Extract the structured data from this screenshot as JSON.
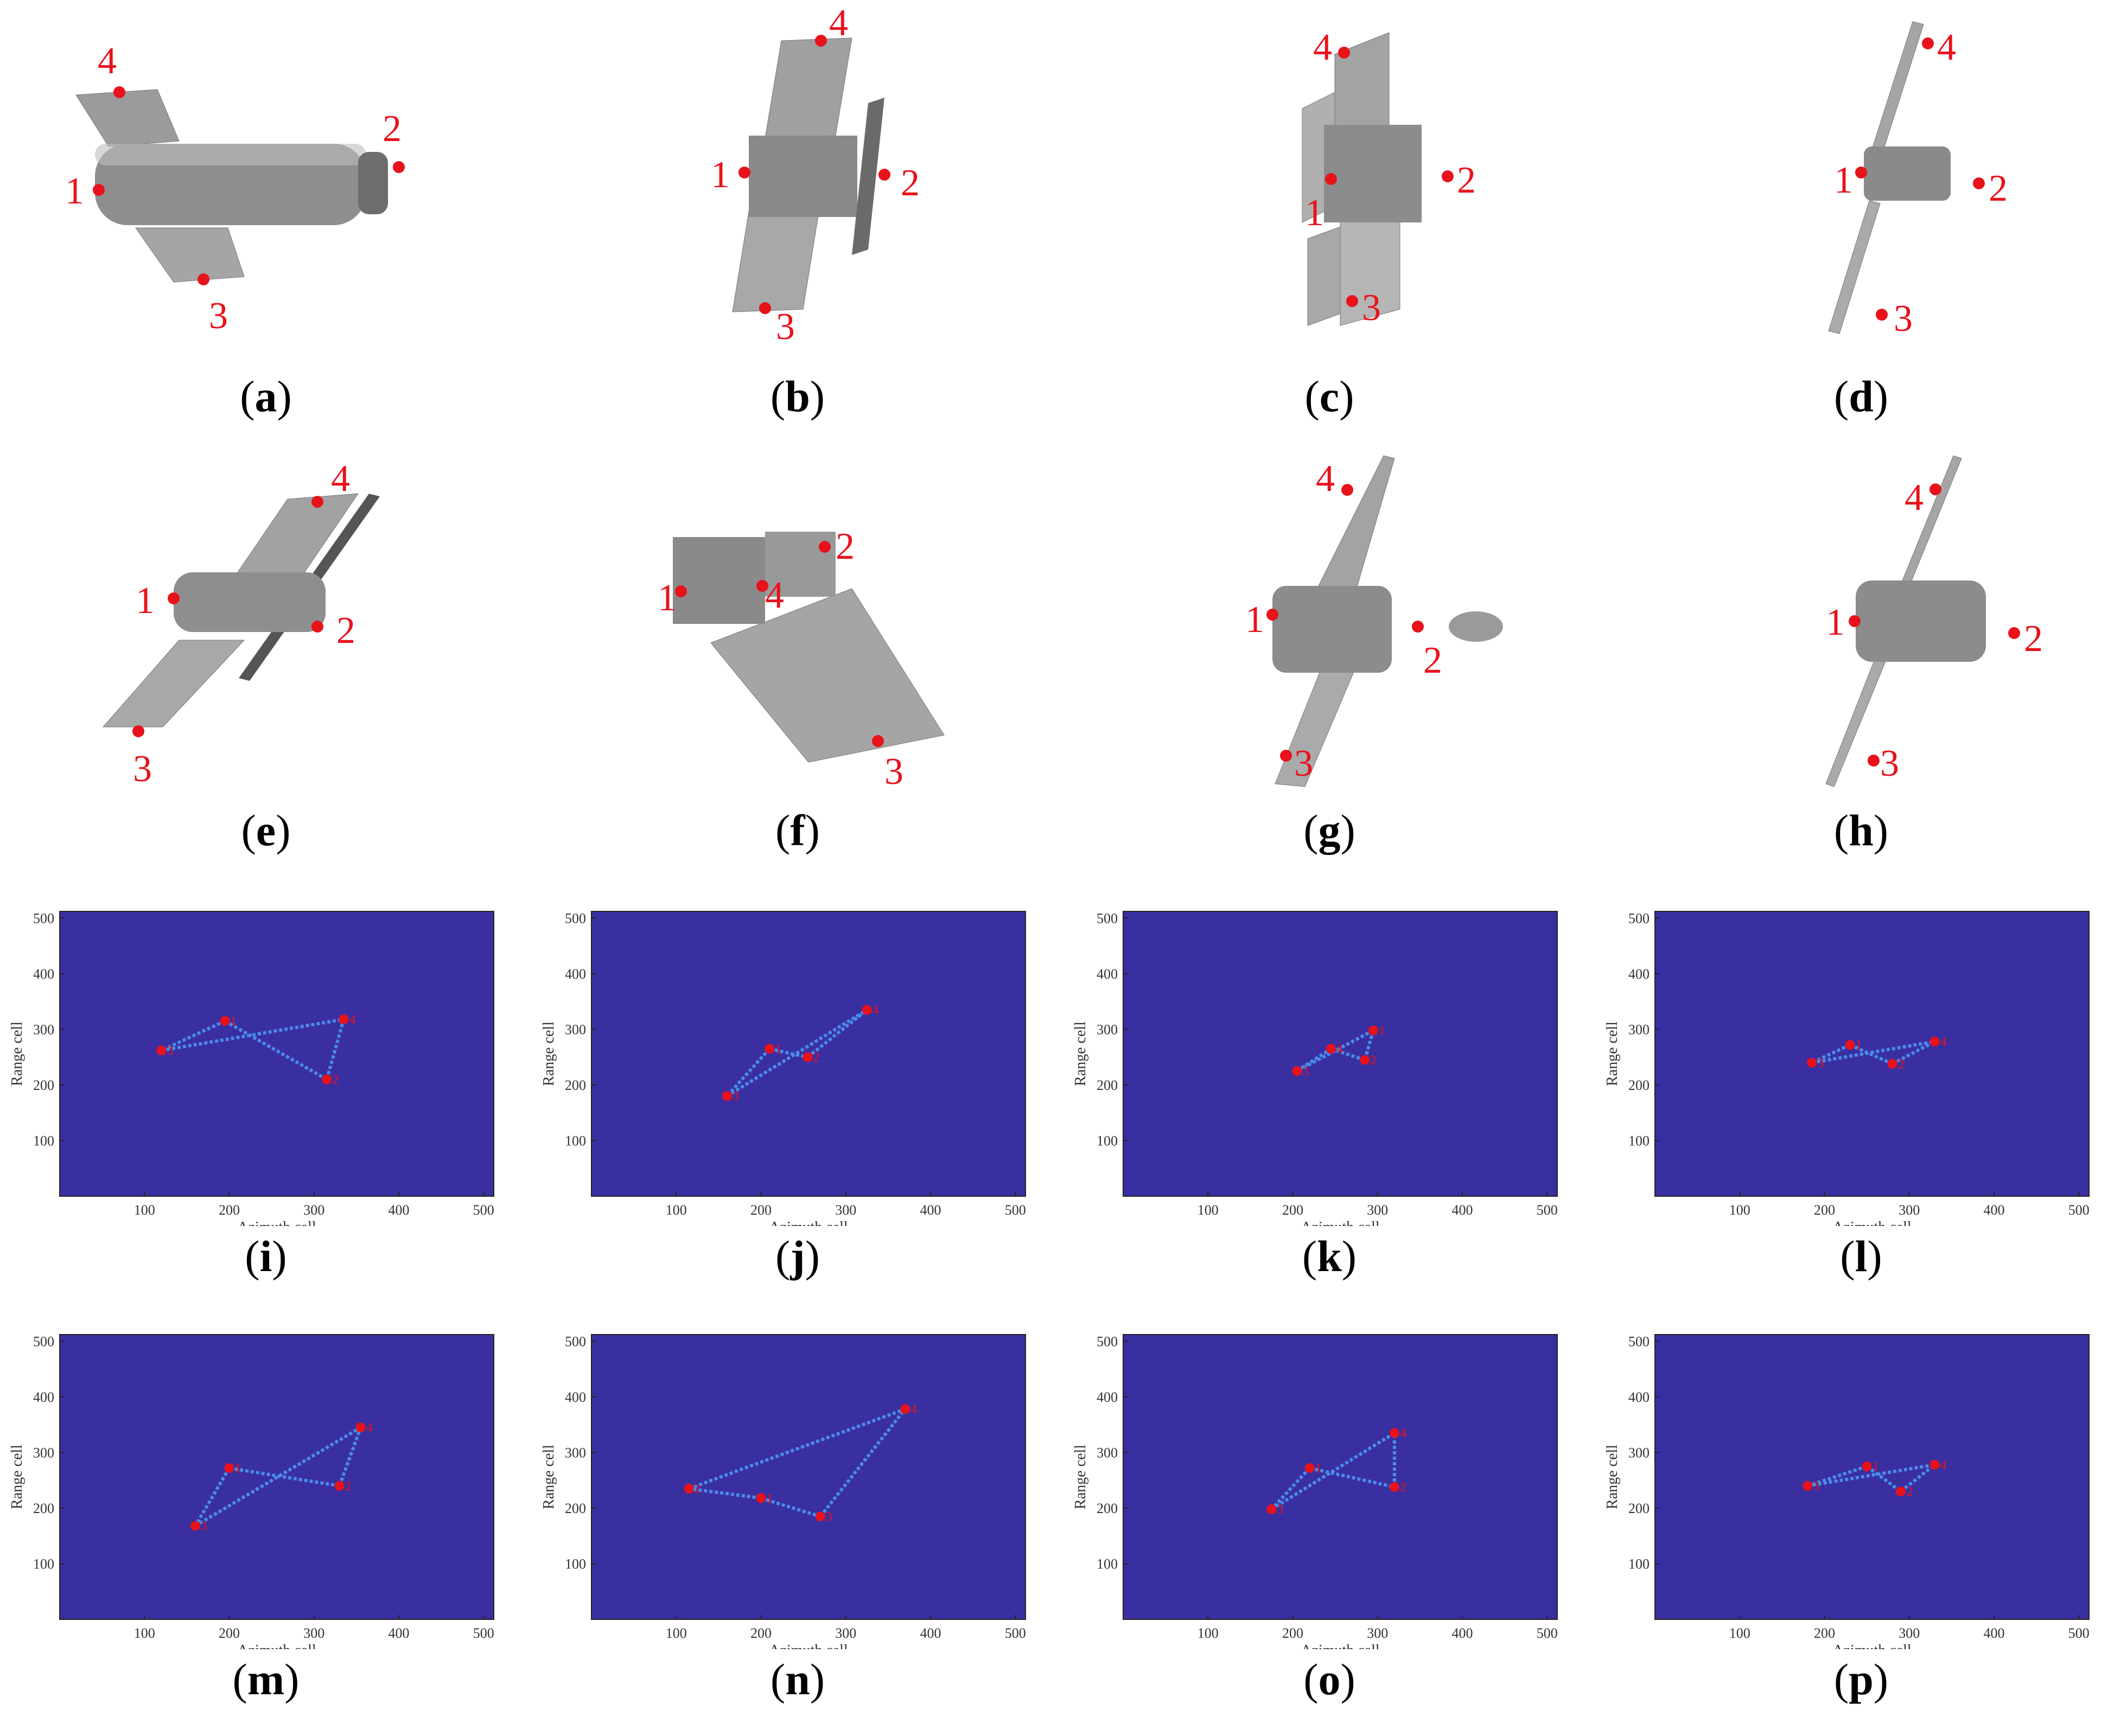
{
  "panels": [
    {
      "id": "a",
      "caption": "a",
      "labels": [
        "1",
        "2",
        "3",
        "4"
      ]
    },
    {
      "id": "b",
      "caption": "b",
      "labels": [
        "1",
        "2",
        "3",
        "4"
      ]
    },
    {
      "id": "c",
      "caption": "c",
      "labels": [
        "1",
        "2",
        "3",
        "4"
      ]
    },
    {
      "id": "d",
      "caption": "d",
      "labels": [
        "1",
        "2",
        "3",
        "4"
      ]
    },
    {
      "id": "e",
      "caption": "e",
      "labels": [
        "1",
        "2",
        "3",
        "4"
      ]
    },
    {
      "id": "f",
      "caption": "f",
      "labels": [
        "1",
        "2",
        "3",
        "4"
      ]
    },
    {
      "id": "g",
      "caption": "g",
      "labels": [
        "1",
        "2",
        "3",
        "4"
      ]
    },
    {
      "id": "h",
      "caption": "h",
      "labels": [
        "1",
        "2",
        "3",
        "4"
      ]
    }
  ],
  "images": [
    {
      "id": "i",
      "caption": "i",
      "markers": [
        {
          "label": "1",
          "az": 195,
          "rg": 315
        },
        {
          "label": "2",
          "az": 315,
          "rg": 210
        },
        {
          "label": "3",
          "az": 120,
          "rg": 262
        },
        {
          "label": "4",
          "az": 335,
          "rg": 318
        }
      ]
    },
    {
      "id": "j",
      "caption": "j",
      "markers": [
        {
          "label": "1",
          "az": 210,
          "rg": 265
        },
        {
          "label": "2",
          "az": 255,
          "rg": 250
        },
        {
          "label": "3",
          "az": 160,
          "rg": 180
        },
        {
          "label": "4",
          "az": 325,
          "rg": 335
        }
      ]
    },
    {
      "id": "k",
      "caption": "k",
      "markers": [
        {
          "label": "1",
          "az": 295,
          "rg": 298
        },
        {
          "label": "2",
          "az": 285,
          "rg": 245
        },
        {
          "label": "3",
          "az": 205,
          "rg": 225
        },
        {
          "label": "4",
          "az": 245,
          "rg": 265
        }
      ]
    },
    {
      "id": "l",
      "caption": "l",
      "markers": [
        {
          "label": "1",
          "az": 230,
          "rg": 272
        },
        {
          "label": "2",
          "az": 280,
          "rg": 238
        },
        {
          "label": "3",
          "az": 185,
          "rg": 240
        },
        {
          "label": "4",
          "az": 330,
          "rg": 278
        }
      ]
    },
    {
      "id": "m",
      "caption": "m",
      "markers": [
        {
          "label": "1",
          "az": 200,
          "rg": 272
        },
        {
          "label": "2",
          "az": 330,
          "rg": 240
        },
        {
          "label": "3",
          "az": 160,
          "rg": 168
        },
        {
          "label": "4",
          "az": 355,
          "rg": 345
        }
      ]
    },
    {
      "id": "n",
      "caption": "n",
      "markers": [
        {
          "label": "1",
          "az": 200,
          "rg": 218
        },
        {
          "label": "2",
          "az": 115,
          "rg": 235
        },
        {
          "label": "3",
          "az": 270,
          "rg": 185
        },
        {
          "label": "4",
          "az": 370,
          "rg": 378
        }
      ]
    },
    {
      "id": "o",
      "caption": "o",
      "markers": [
        {
          "label": "1",
          "az": 220,
          "rg": 272
        },
        {
          "label": "2",
          "az": 320,
          "rg": 238
        },
        {
          "label": "3",
          "az": 175,
          "rg": 198
        },
        {
          "label": "4",
          "az": 320,
          "rg": 335
        }
      ]
    },
    {
      "id": "p",
      "caption": "p",
      "markers": [
        {
          "label": "1",
          "az": 250,
          "rg": 275
        },
        {
          "label": "2",
          "az": 290,
          "rg": 230
        },
        {
          "label": "3",
          "az": 180,
          "rg": 240
        },
        {
          "label": "4",
          "az": 330,
          "rg": 278
        }
      ]
    }
  ],
  "axes": {
    "xlabel": "Azimuth cell",
    "ylabel": "Range cell",
    "xticks": [
      "100",
      "200",
      "300",
      "400",
      "500"
    ],
    "yticks": [
      "100",
      "200",
      "300",
      "400",
      "500"
    ],
    "xlim": [
      0,
      512
    ],
    "ylim": [
      0,
      512
    ]
  },
  "colors": {
    "marker": "#e8121b",
    "background_map": "#3a2fa0",
    "panel_grey": "#a8a8a8"
  }
}
